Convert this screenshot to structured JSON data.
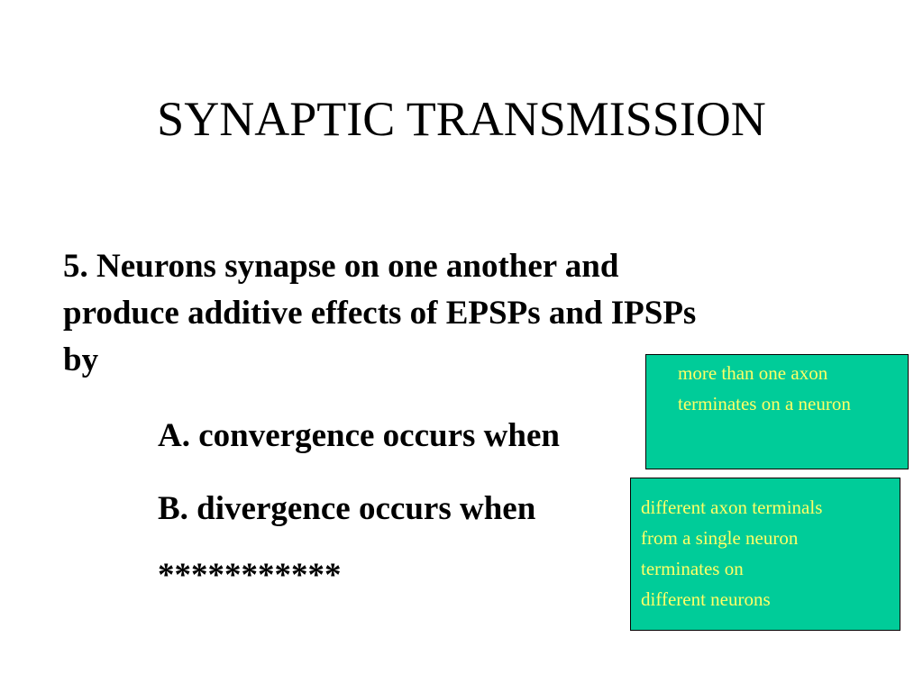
{
  "slide": {
    "title": "SYNAPTIC TRANSMISSION",
    "point": {
      "lines": [
        "5. Neurons synapse on one another and",
        "produce additive effects of EPSPs and IPSPs",
        "by"
      ]
    },
    "sub_a": "A. convergence occurs when",
    "sub_b": "B. divergence occurs when",
    "stars": "***********"
  },
  "callouts": {
    "convergence": {
      "lines": [
        "more than one axon",
        "terminates on a neuron"
      ]
    },
    "divergence": {
      "lines": [
        "different axon terminals",
        "from a single neuron",
        "terminates on",
        "different neurons"
      ]
    }
  },
  "colors": {
    "callout_background": "#00cc99",
    "callout_text": "#ffff66"
  }
}
